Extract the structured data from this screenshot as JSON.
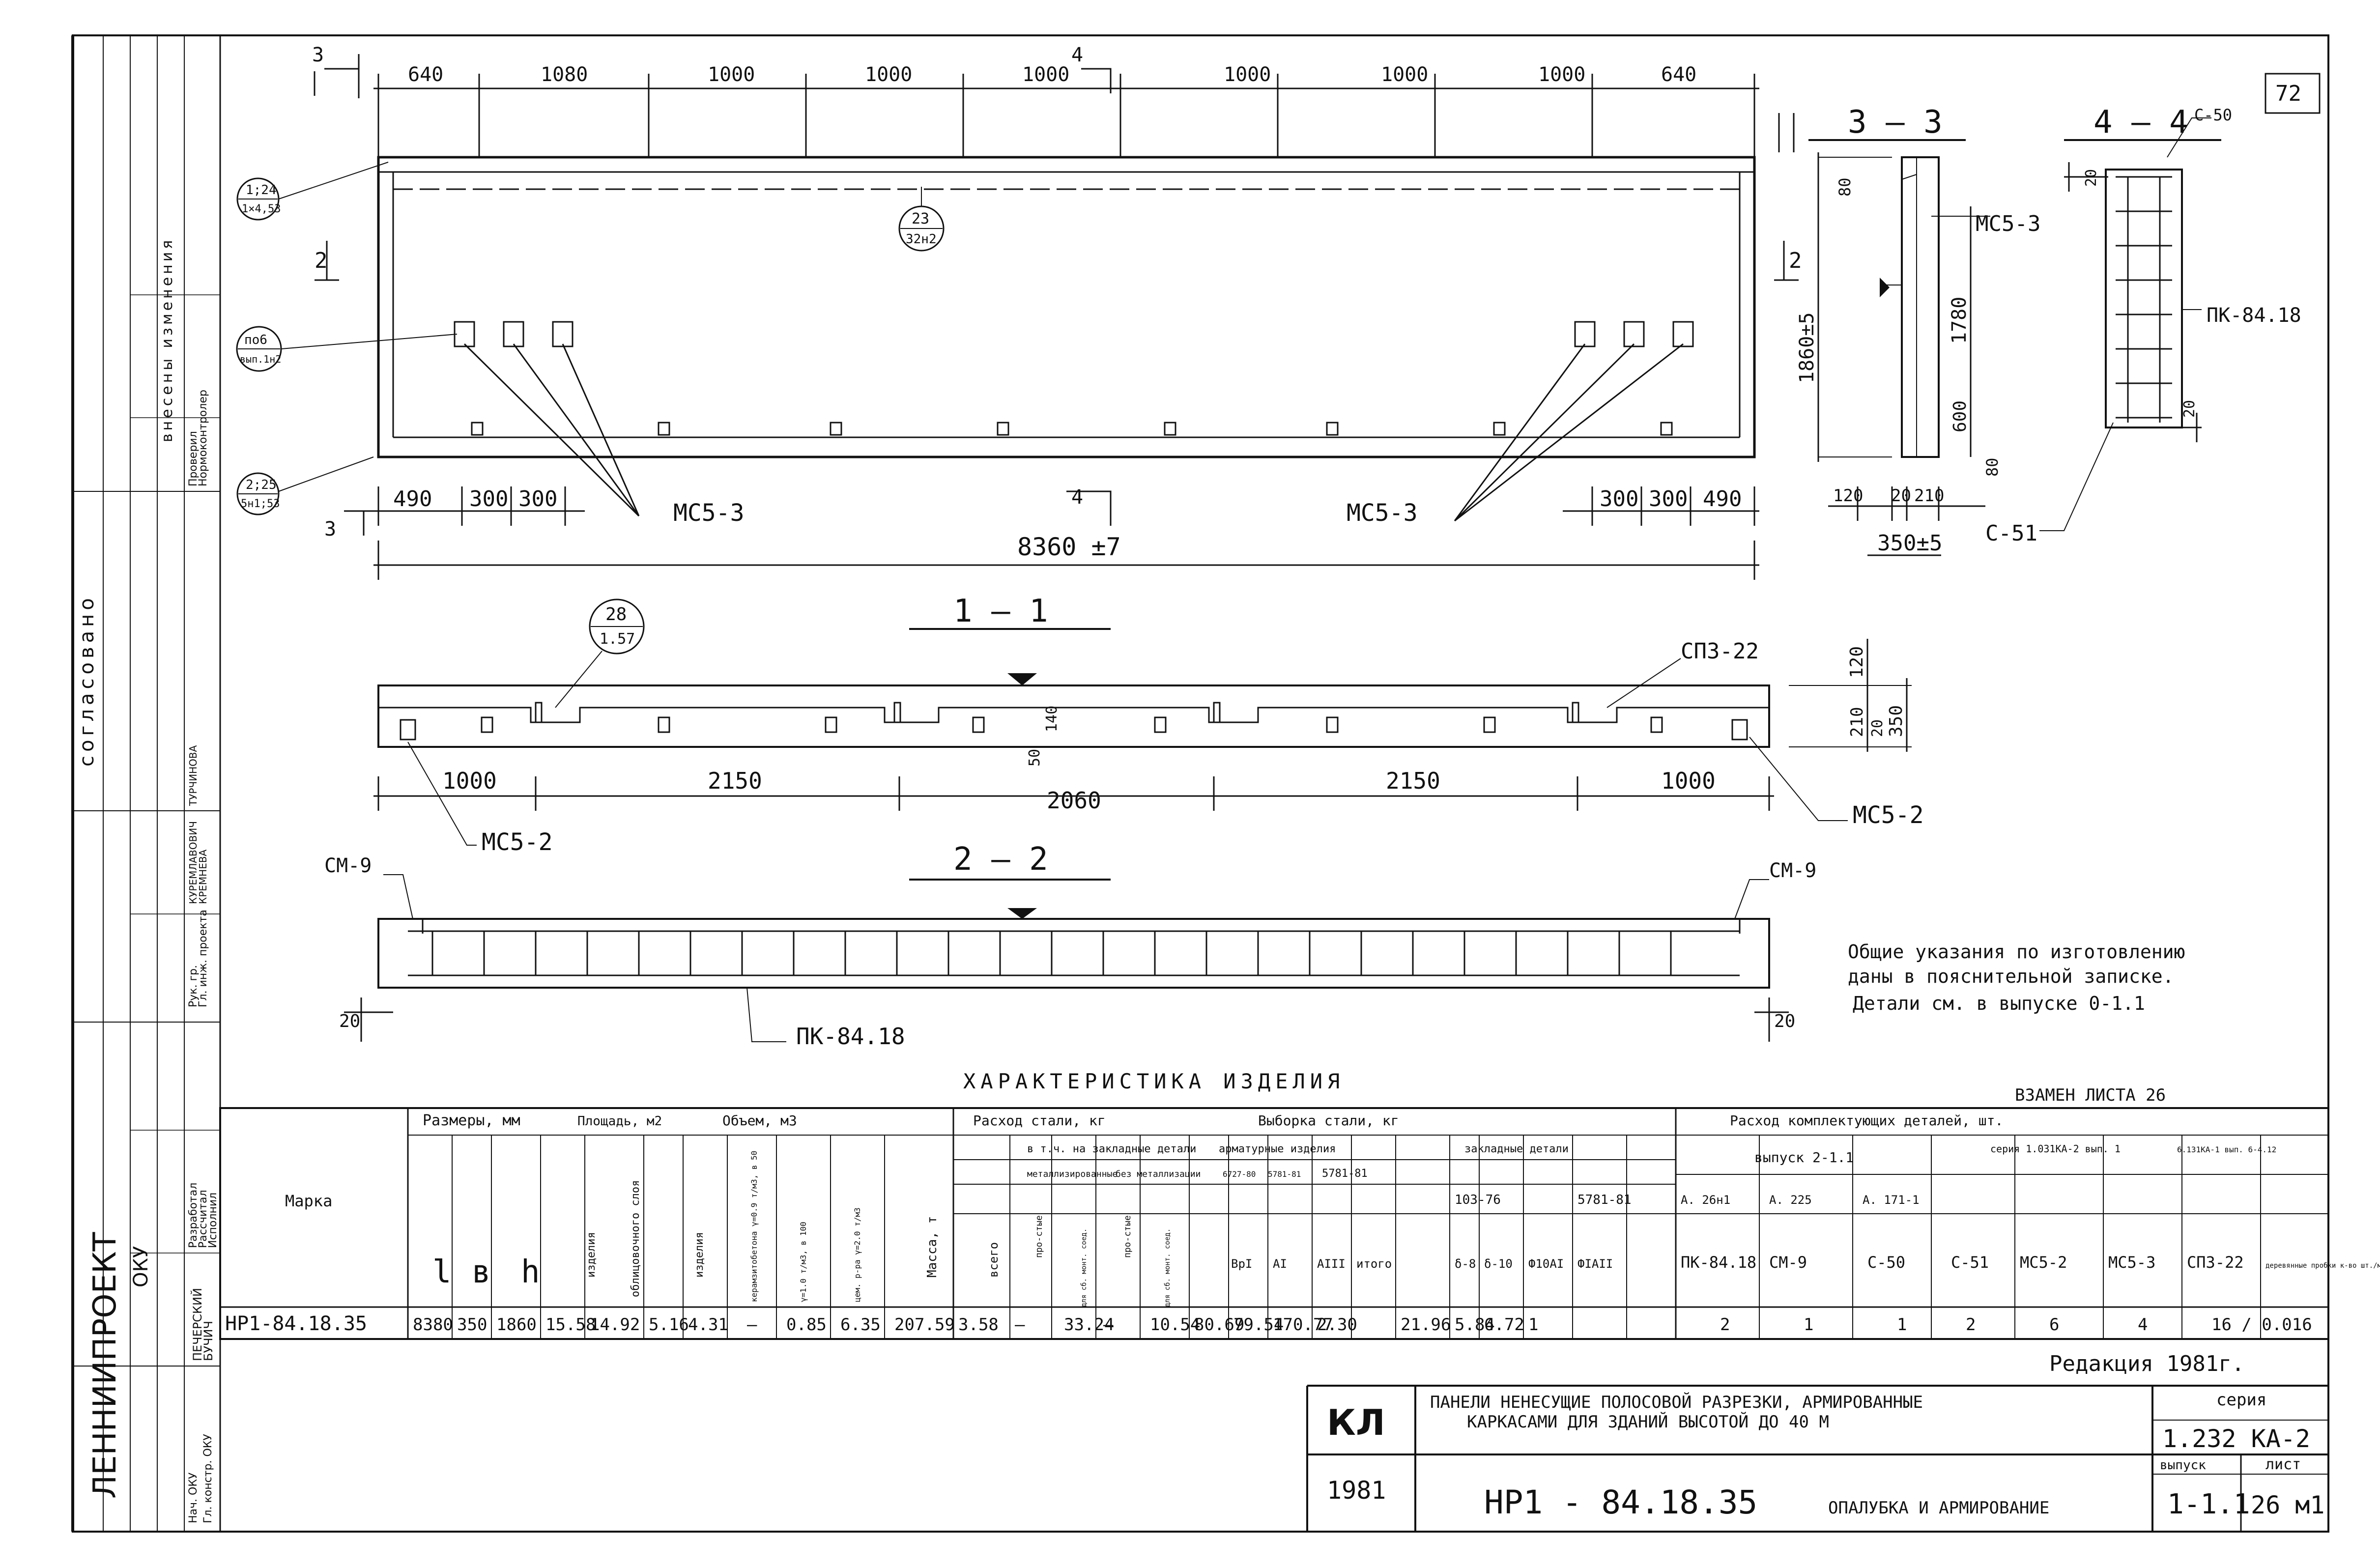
{
  "sheet_no": "72",
  "view_label_1": "1 — 1",
  "view_label_2": "2 — 2",
  "view_label_3": "3 — 3",
  "view_label_4": "4 — 4",
  "cut_marks": {
    "a": "3",
    "b": "4",
    "c": "2",
    "d": "4",
    "e": "3",
    "f": "2"
  },
  "top_dims": [
    "640",
    "1080",
    "1000",
    "1000",
    "1000",
    "1000",
    "1000",
    "1000",
    "640"
  ],
  "bottom_dims_left": [
    "490",
    "300",
    "300"
  ],
  "bottom_dims_right": [
    "300",
    "300",
    "490"
  ],
  "overall_length": "8360 ±7",
  "callouts": {
    "c1": [
      "1;24",
      "1×4,53"
    ],
    "c2": [
      "23",
      "32н2"
    ],
    "c3": [
      "по6",
      "вып.1н2"
    ],
    "c4": [
      "2;25",
      "5н1;53"
    ],
    "c5": [
      "28",
      "1.57"
    ]
  },
  "labels": {
    "mcs3_left": "МС5-3",
    "mcs3_right": "МС5-3",
    "mcs3_sec": "МС5-3",
    "mcs2_left": "МС5-2",
    "mcs2_right": "МС5-2",
    "cm9_left": "СМ-9",
    "cm9_right": "СМ-9",
    "pk_bottom": "ПК-84.18",
    "pk_side": "ПК-84.18",
    "c50": "С-50",
    "c51": "С-51",
    "spz": "СПЗ-22"
  },
  "section_dims": {
    "s3_height": "1860±5",
    "s3_inner": "1780",
    "s3_600": "600",
    "s3_80a": "80",
    "s3_80b": "80",
    "s3_w1": "120",
    "s3_w2": "20",
    "s3_w3": "210",
    "s3_total": "350±5",
    "s4_20a": "20",
    "s4_20b": "20"
  },
  "plan_dims": [
    "1000",
    "2150",
    "2060",
    "2150",
    "1000"
  ],
  "plan_side": {
    "d120": "120",
    "d210": "210",
    "d350": "350",
    "d20": "20",
    "d50": "50",
    "d140": "140"
  },
  "elev_dims": {
    "left": "20",
    "right": "20"
  },
  "notes": [
    "Общие указания по изготовлению",
    "даны в пояснительной записке.",
    "Детали см. в выпуске 0-1.1"
  ],
  "table_title": "ХАРАКТЕРИСТИКА   ИЗДЕЛИЯ",
  "replaces": "ВЗАМЕН ЛИСТА 26",
  "table": {
    "marka_header": "Марка",
    "dims_header": "Размеры, мм",
    "dims_cols": [
      "l",
      "в",
      "h"
    ],
    "area_header": "Площадь, м2",
    "area_cols": [
      "изделия",
      "облицовочного слоя"
    ],
    "volume_header": "Объем, м3",
    "volume_cols": [
      "изделия",
      "керамзитобетона γ=0.9 т/м3, в 50",
      "γ=1.0 т/м3, в 100",
      "цем. р-ра γ=2.0 т/м3"
    ],
    "mass_header": "Масса, т",
    "steel_header": "Расход стали, кг",
    "steel_cols": [
      "всего",
      "про-стые",
      "для сб. монт. соед.",
      "про-стые",
      "для сб. монт. соед."
    ],
    "steel_sub": [
      "в т.ч. на закладные детали",
      "металлизированные",
      "без металлизации"
    ],
    "sample_header": "Выборка стали,   кг",
    "sample_sub": [
      "арматурные изделия",
      "закладные детали"
    ],
    "sample_cols": [
      "ВрI",
      "AI",
      "AIII",
      "итого",
      "δ-8",
      "δ-10",
      "Ф10АI",
      "ФIАII"
    ],
    "sample_gost": [
      "6727-80",
      "5781-81",
      "5781-81",
      "103-76",
      "5781-81"
    ],
    "parts_header": "Расход комплектующих деталей,   шт.",
    "issue_a": "выпуск  2-1.1",
    "issue_b": "серия 1.031КА-2 вып. 1",
    "issue_c": "6.131КА-1 вып. 6-4.12",
    "issue_refs": [
      "А. 26н1",
      "А. 225",
      "А. 171-1"
    ],
    "parts_cols": [
      "ПК-84.18",
      "СМ-9",
      "С-50",
      "С-51",
      "МС5-2",
      "МС5-3",
      "СПЗ-22",
      "деревянные пробки к-во шт./м3"
    ],
    "row": [
      "НР1-84.18.35",
      "8380",
      "350",
      "1860",
      "15.58",
      "14.92",
      "5.16",
      "4.31",
      "—",
      "0.85",
      "6.35",
      "207.59",
      "3.58",
      "—",
      "33.24",
      "—",
      "10.54",
      "80.69",
      "79.54",
      "170.77",
      "2.30",
      "21.96",
      "5.84",
      "6.72",
      "1",
      "2",
      "1",
      "1",
      "2",
      "6",
      "4",
      "16 / 0.016"
    ]
  },
  "edition": "Редакция 1981г.",
  "stamp": {
    "org": "ЛЕННИИПРОЕКТ",
    "dept": "ОКУ",
    "kl": "КЛ",
    "year": "1981",
    "title1": "ПАНЕЛИ НЕНЕСУЩИЕ ПОЛОСОВОЙ РАЗРЕЗКИ, АРМИРОВАННЫЕ",
    "title2": "КАРКАСАМИ ДЛЯ ЗДАНИЙ ВЫСОТОЙ ДО 40 М",
    "mark": "НР1 - 84.18.35",
    "sheet_title": "ОПАЛУБКА И АРМИРОВАНИЕ",
    "series_label": "серия",
    "series": "1.232 КА-2",
    "issue_label": "выпуск",
    "issue": "1-1.1",
    "sheet_label": "лист",
    "sheet": "26 м1"
  },
  "side_block": {
    "soglasovano": "согласовано",
    "changes": "внесены изменения",
    "roles": [
      "Разработал",
      "Рассчитал",
      "Исполнил",
      "Рук. гр.",
      "Гл. инж. проекта",
      "Проверил",
      "Нормоконтролер"
    ],
    "names": [
      "ПЕЧЕРСКИЙ",
      "БУЧИЧ",
      "КУРЕМЛАВОВИЧ",
      "КРЕМНЕВА",
      "ТУРЧИНОВА"
    ],
    "nach": "Нач. ОКУ",
    "gk": "Гл. констр. ОКУ"
  }
}
